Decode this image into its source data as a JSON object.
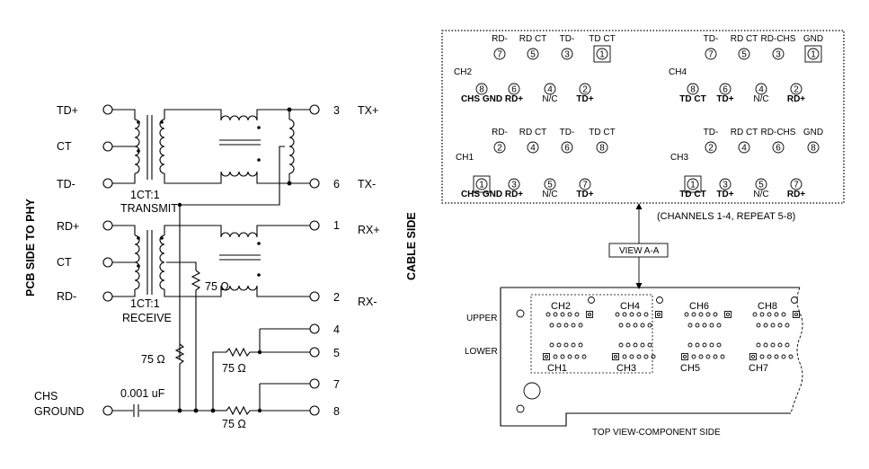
{
  "schematic": {
    "pcb_side_label": "PCB SIDE TO PHY",
    "cable_side_label": "CABLE SIDE",
    "left_pins": [
      "TD+",
      "CT",
      "TD-",
      "RD+",
      "CT",
      "RD-"
    ],
    "transmit_ratio": "1CT:1",
    "transmit_label": "TRANSMIT",
    "receive_ratio": "1CT:1",
    "receive_label": "RECEIVE",
    "resistor_label": "75 Ω",
    "cap_label": "0.001 uF",
    "chs_label": "CHS",
    "ground_label": "GROUND",
    "right_pins": [
      {
        "num": "3",
        "label": "TX+"
      },
      {
        "num": "6",
        "label": "TX-"
      },
      {
        "num": "1",
        "label": "RX+"
      },
      {
        "num": "2",
        "label": "RX-"
      },
      {
        "num": "4",
        "label": ""
      },
      {
        "num": "5",
        "label": ""
      },
      {
        "num": "7",
        "label": ""
      },
      {
        "num": "8",
        "label": ""
      }
    ]
  },
  "pinout": {
    "channels": [
      {
        "name": "CH2",
        "top": [
          {
            "l": "RD-",
            "n": "7"
          },
          {
            "l": "RD CT",
            "n": "5"
          },
          {
            "l": "TD-",
            "n": "3"
          },
          {
            "l": "TD CT",
            "n": "1"
          }
        ],
        "bottom": [
          {
            "l": "CHS GND",
            "n": "8"
          },
          {
            "l": "RD+",
            "n": "6"
          },
          {
            "l": "N/C",
            "n": "4"
          },
          {
            "l": "TD+",
            "n": "2"
          }
        ]
      },
      {
        "name": "CH4",
        "top": [
          {
            "l": "TD-",
            "n": "7"
          },
          {
            "l": "RD CT",
            "n": "5"
          },
          {
            "l": "RD-CHS",
            "n": "3"
          },
          {
            "l": "GND",
            "n": "1"
          }
        ],
        "bottom": [
          {
            "l": "TD CT",
            "n": "8"
          },
          {
            "l": "TD+",
            "n": "6"
          },
          {
            "l": "N/C",
            "n": "4"
          },
          {
            "l": "RD+",
            "n": "2"
          }
        ]
      },
      {
        "name": "CH1",
        "top": [
          {
            "l": "RD-",
            "n": "2"
          },
          {
            "l": "RD CT",
            "n": "4"
          },
          {
            "l": "TD-",
            "n": "6"
          },
          {
            "l": "TD CT",
            "n": "8"
          }
        ],
        "bottom": [
          {
            "l": "CHS GND",
            "n": "1"
          },
          {
            "l": "RD+",
            "n": "3"
          },
          {
            "l": "N/C",
            "n": "5"
          },
          {
            "l": "TD+",
            "n": "7"
          }
        ]
      },
      {
        "name": "CH3",
        "top": [
          {
            "l": "TD-",
            "n": "2"
          },
          {
            "l": "RD CT",
            "n": "4"
          },
          {
            "l": "RD-CHS",
            "n": "6"
          },
          {
            "l": "GND",
            "n": "8"
          }
        ],
        "bottom": [
          {
            "l": "TD CT",
            "n": "1"
          },
          {
            "l": "TD+",
            "n": "3"
          },
          {
            "l": "N/C",
            "n": "5"
          },
          {
            "l": "RD+",
            "n": "7"
          }
        ]
      }
    ],
    "repeat_note": "(CHANNELS 1-4, REPEAT 5-8)",
    "view_label": "VIEW A-A"
  },
  "board": {
    "upper_label": "UPPER",
    "lower_label": "LOWER",
    "top_channels": [
      "CH2",
      "CH4",
      "CH6",
      "CH8"
    ],
    "bottom_channels": [
      "CH1",
      "CH3",
      "CH5",
      "CH7"
    ],
    "caption": "TOP VIEW-COMPONENT SIDE"
  }
}
